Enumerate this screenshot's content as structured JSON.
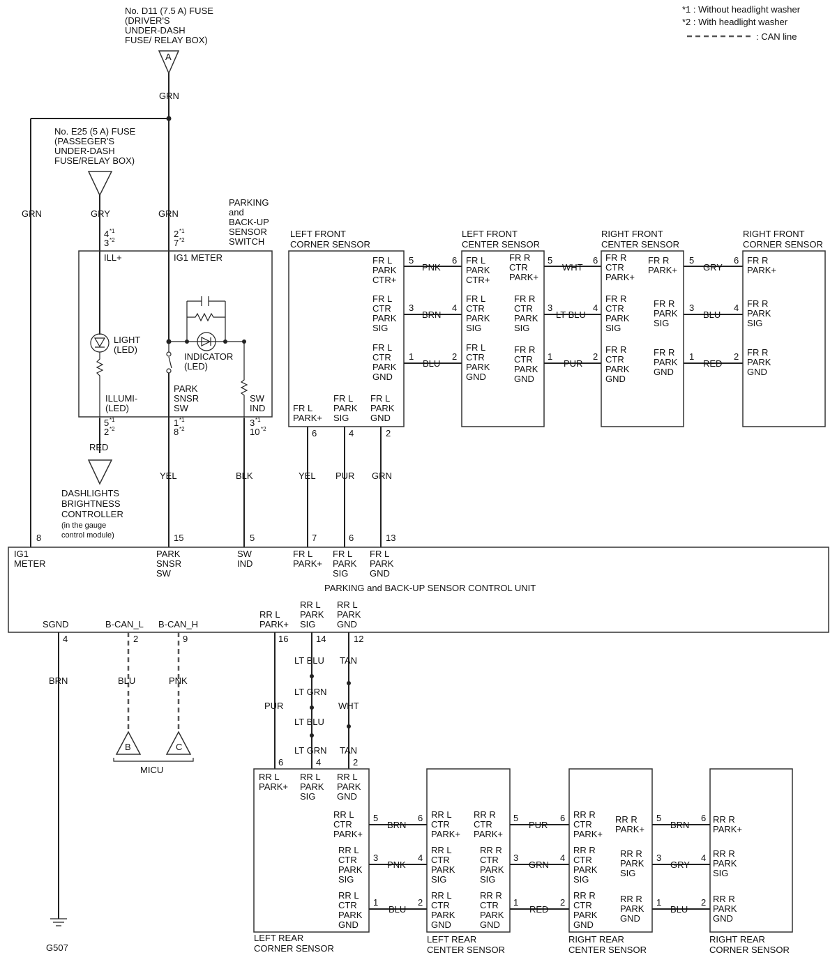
{
  "legend": {
    "note1": "*1 : Without headlight washer",
    "note2": "*2 : With headlight washer",
    "can_line": ": CAN line"
  },
  "fuses": {
    "d11": [
      "No. D11 (7.5 A) FUSE",
      "(DRIVER'S",
      "UNDER-DASH",
      "FUSE/ RELAY BOX)"
    ],
    "e25": [
      "No. E25 (5 A) FUSE",
      "(PASSEGER'S",
      "UNDER-DASH",
      "FUSE/RELAY BOX)"
    ]
  },
  "connectors": {
    "a": "A",
    "b": "B",
    "c": "C",
    "micu": "MICU",
    "ground": "G507"
  },
  "switch": {
    "title": [
      "PARKING",
      "and",
      "BACK-UP",
      "SENSOR",
      "SWITCH"
    ],
    "ill_plus": "ILL+",
    "ig1_meter": "IG1 METER",
    "light_led": [
      "LIGHT",
      "(LED)"
    ],
    "indicator_led": [
      "INDICATOR",
      "(LED)"
    ],
    "illumi_led": [
      "ILLUMI-",
      "(LED)"
    ],
    "park_snsr_sw": [
      "PARK",
      "SNSR",
      "SW"
    ],
    "sw_ind": [
      "SW",
      "IND"
    ],
    "pins": {
      "ill_top": "4",
      "ill_bot": "3",
      "ig_top": "2",
      "ig_bot": "7",
      "illumi_top": "5",
      "illumi_bot": "2",
      "park_top": "1",
      "park_bot": "8",
      "swind_top": "3",
      "swind_bot": "10",
      "sup1": "*1",
      "sup2": "*2"
    }
  },
  "dashlights": [
    "DASHLIGHTS",
    "BRIGHTNESS",
    "CONTROLLER",
    "(in the gauge",
    "control module)"
  ],
  "control_unit": {
    "title": "PARKING and BACK-UP SENSOR CONTROL UNIT",
    "top_labels": {
      "ig1": [
        "IG1",
        "METER"
      ],
      "park": [
        "PARK",
        "SNSR",
        "SW"
      ],
      "swind": [
        "SW",
        "IND"
      ],
      "frl_plus": [
        "FR L",
        "PARK+"
      ],
      "frl_sig": [
        "FR L",
        "PARK",
        "SIG"
      ],
      "frl_gnd": [
        "FR L",
        "PARK",
        "GND"
      ]
    },
    "top_pins": {
      "ig1": "8",
      "park": "15",
      "swind": "5",
      "frl_plus": "7",
      "frl_sig": "6",
      "frl_gnd": "13"
    },
    "bottom_labels": {
      "sgnd": "SGND",
      "can_l": "B-CAN_L",
      "can_h": "B-CAN_H",
      "rrl_plus": [
        "RR L",
        "PARK+"
      ],
      "rrl_sig": [
        "RR L",
        "PARK",
        "SIG"
      ],
      "rrl_gnd": [
        "RR L",
        "PARK",
        "GND"
      ]
    },
    "bottom_pins": {
      "sgnd": "4",
      "can_l": "2",
      "can_h": "9",
      "rrl_plus": "16",
      "rrl_sig": "14",
      "rrl_gnd": "12"
    }
  },
  "wire_colors": {
    "grn_a": "GRN",
    "grn_left": "GRN",
    "gry": "GRY",
    "grn_ig": "GRN",
    "red": "RED",
    "yel_park": "YEL",
    "blk_swind": "BLK",
    "yel_fr": "YEL",
    "pur_fr": "PUR",
    "grn_fr": "GRN",
    "brn_gnd": "BRN",
    "blu_can": "BLU",
    "pnk_can": "PNK",
    "pur_rr": "PUR",
    "rr_sig_seq": [
      "LT BLU",
      "LT GRN",
      "LT BLU",
      "LT GRN"
    ],
    "rr_gnd_seq": [
      "TAN",
      "WHT",
      "TAN"
    ]
  },
  "front_sensors": {
    "left_corner": {
      "title": [
        "LEFT FRONT",
        "CORNER SENSOR"
      ],
      "right_labels": [
        [
          "FR L",
          "PARK",
          "CTR+"
        ],
        [
          "FR L",
          "CTR",
          "PARK",
          "SIG"
        ],
        [
          "FR L",
          "CTR",
          "PARK",
          "GND"
        ]
      ],
      "right_pins": [
        "5",
        "3",
        "1"
      ],
      "bottom_labels": [
        [
          "FR L",
          "PARK+"
        ],
        [
          "FR L",
          "PARK",
          "SIG"
        ],
        [
          "FR L",
          "PARK",
          "GND"
        ]
      ],
      "bottom_pins": [
        "6",
        "4",
        "2"
      ]
    },
    "left_center": {
      "title": [
        "LEFT FRONT",
        "CENTER SENSOR"
      ],
      "left_labels": [
        [
          "FR L",
          "PARK",
          "CTR+"
        ],
        [
          "FR L",
          "CTR",
          "PARK",
          "SIG"
        ],
        [
          "FR L",
          "CTR",
          "PARK",
          "GND"
        ]
      ],
      "left_pins": [
        "6",
        "4",
        "2"
      ],
      "right_labels": [
        [
          "FR R",
          "CTR",
          "PARK+"
        ],
        [
          "FR R",
          "CTR",
          "PARK",
          "SIG"
        ],
        [
          "FR R",
          "CTR",
          "PARK",
          "GND"
        ]
      ],
      "right_pins": [
        "5",
        "3",
        "1"
      ]
    },
    "right_center": {
      "title": [
        "RIGHT FRONT",
        "CENTER SENSOR"
      ],
      "left_labels": [
        [
          "FR R",
          "CTR",
          "PARK+"
        ],
        [
          "FR R",
          "CTR",
          "PARK",
          "SIG"
        ],
        [
          "FR R",
          "CTR",
          "PARK",
          "GND"
        ]
      ],
      "left_pins": [
        "6",
        "4",
        "2"
      ],
      "right_labels": [
        [
          "FR R",
          "PARK+"
        ],
        [
          "FR R",
          "PARK",
          "SIG"
        ],
        [
          "FR R",
          "PARK",
          "GND"
        ]
      ],
      "right_pins": [
        "5",
        "3",
        "1"
      ]
    },
    "right_corner": {
      "title": [
        "RIGHT FRONT",
        "CORNER SENSOR"
      ],
      "left_labels": [
        [
          "FR R",
          "PARK+"
        ],
        [
          "FR R",
          "PARK",
          "SIG"
        ],
        [
          "FR R",
          "PARK",
          "GND"
        ]
      ],
      "left_pins": [
        "6",
        "4",
        "2"
      ]
    },
    "link_colors": [
      [
        "PNK",
        "BRN",
        "BLU"
      ],
      [
        "WHT",
        "LT BLU",
        "PUR"
      ],
      [
        "GRY",
        "BLU",
        "RED"
      ]
    ]
  },
  "rear_sensors": {
    "left_corner": {
      "title": [
        "LEFT REAR",
        "CORNER SENSOR"
      ],
      "top_labels": [
        [
          "RR L",
          "PARK+"
        ],
        [
          "RR L",
          "PARK",
          "SIG"
        ],
        [
          "RR L",
          "PARK",
          "GND"
        ]
      ],
      "top_pins": [
        "6",
        "4",
        "2"
      ],
      "right_labels": [
        [
          "RR L",
          "CTR",
          "PARK+"
        ],
        [
          "RR L",
          "CTR",
          "PARK",
          "SIG"
        ],
        [
          "RR L",
          "CTR",
          "PARK",
          "GND"
        ]
      ],
      "right_pins": [
        "5",
        "3",
        "1"
      ]
    },
    "left_center": {
      "title": [
        "LEFT REAR",
        "CENTER SENSOR"
      ],
      "left_labels": [
        [
          "RR L",
          "CTR",
          "PARK+"
        ],
        [
          "RR L",
          "CTR",
          "PARK",
          "SIG"
        ],
        [
          "RR L",
          "CTR",
          "PARK",
          "GND"
        ]
      ],
      "left_pins": [
        "6",
        "4",
        "2"
      ],
      "right_labels": [
        [
          "RR R",
          "CTR",
          "PARK+"
        ],
        [
          "RR R",
          "CTR",
          "PARK",
          "SIG"
        ],
        [
          "RR R",
          "CTR",
          "PARK",
          "GND"
        ]
      ],
      "right_pins": [
        "5",
        "3",
        "1"
      ]
    },
    "right_center": {
      "title": [
        "RIGHT REAR",
        "CENTER SENSOR"
      ],
      "left_labels": [
        [
          "RR R",
          "CTR",
          "PARK+"
        ],
        [
          "RR R",
          "CTR",
          "PARK",
          "SIG"
        ],
        [
          "RR R",
          "CTR",
          "PARK",
          "GND"
        ]
      ],
      "left_pins": [
        "6",
        "4",
        "2"
      ],
      "right_labels": [
        [
          "RR R",
          "PARK+"
        ],
        [
          "RR R",
          "PARK",
          "SIG"
        ],
        [
          "RR R",
          "PARK",
          "GND"
        ]
      ],
      "right_pins": [
        "5",
        "3",
        "1"
      ]
    },
    "right_corner": {
      "title": [
        "RIGHT REAR",
        "CORNER SENSOR"
      ],
      "left_labels": [
        [
          "RR R",
          "PARK+"
        ],
        [
          "RR R",
          "PARK",
          "SIG"
        ],
        [
          "RR R",
          "PARK",
          "GND"
        ]
      ],
      "left_pins": [
        "6",
        "4",
        "2"
      ]
    },
    "link_colors": [
      [
        "BRN",
        "PNK",
        "BLU"
      ],
      [
        "PUR",
        "GRN",
        "RED"
      ],
      [
        "BRN",
        "GRY",
        "BLU"
      ]
    ]
  }
}
